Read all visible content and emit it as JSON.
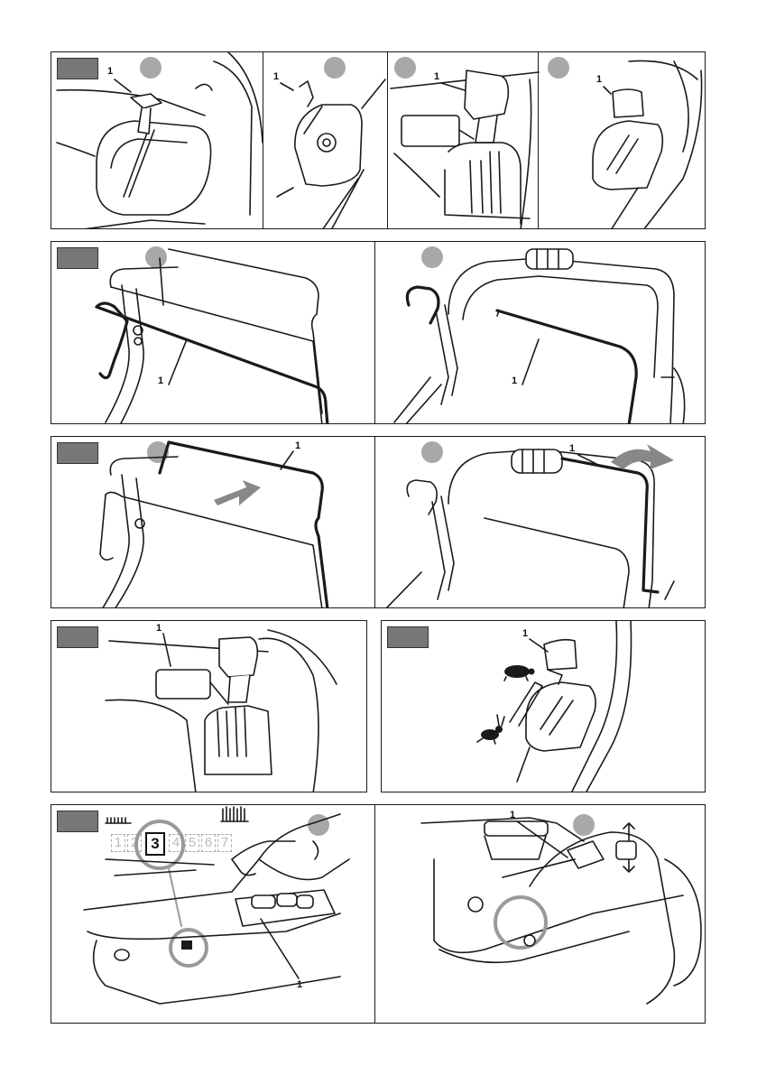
{
  "callouts": {
    "number": "1"
  },
  "height_scale": {
    "numbers": [
      "1",
      "2",
      "3",
      "4",
      "5",
      "6",
      "7"
    ],
    "selected": "3",
    "selected_zoom": "3"
  },
  "icons": {
    "tortoise": "tortoise-icon",
    "hare": "hare-icon"
  },
  "colors": {
    "tag_fill": "#777777",
    "badge_fill": "#a8a8a8",
    "highlight_circle": "#9a9a9a",
    "line_art": "#1a1a1a"
  }
}
